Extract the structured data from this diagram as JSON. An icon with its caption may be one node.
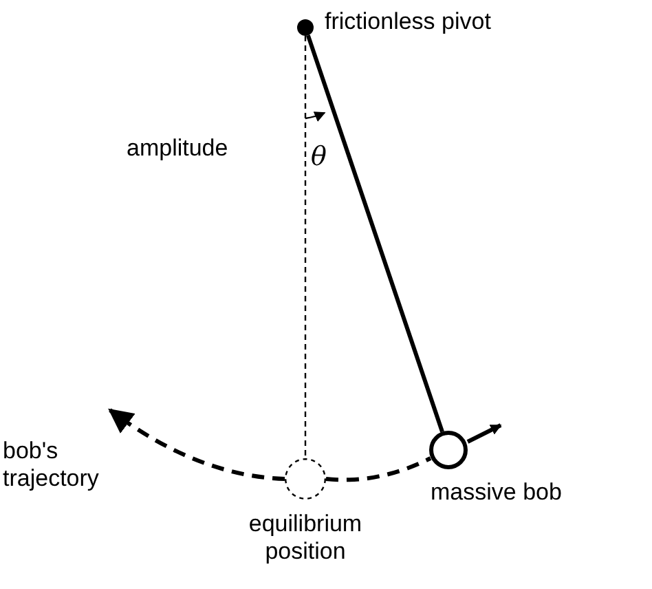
{
  "diagram": {
    "nodes": [
      {
        "text": [],
        "shape": "circle",
        "beside": [
          "frictionless pivot"
        ]
      },
      {
        "text": [],
        "shape": "circle",
        "beside": [
          "massive bob"
        ]
      },
      {
        "text": [],
        "shape": "circle",
        "beside": [
          "equilibrium position"
        ]
      }
    ],
    "edges": [
      {
        "from": 0,
        "to": 1,
        "arrow": "none"
      },
      {
        "from": 0,
        "to": 2,
        "arrow": "none",
        "style": "dashed"
      },
      {
        "from": 2,
        "to": null,
        "arrow": "to",
        "style": "dashed"
      },
      {
        "from": 2,
        "to": 1,
        "arrow": "none",
        "style": "dashed"
      }
    ],
    "labels": [
      "amplitude",
      "θ",
      "bob's trajectory"
    ]
  }
}
